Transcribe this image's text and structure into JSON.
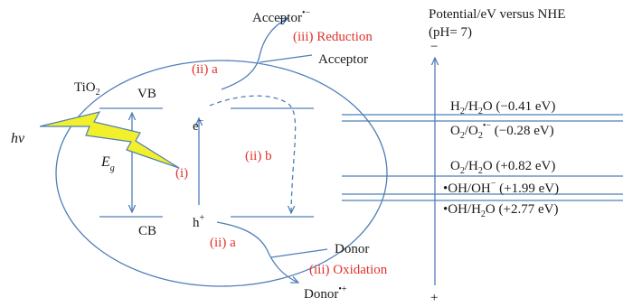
{
  "labels": {
    "material": "TiO",
    "material_sub": "2",
    "photon": "hν",
    "vb": "VB",
    "cb": "CB",
    "bandgap_main": "E",
    "bandgap_sub": "g",
    "electron": "e",
    "electron_sup": "−",
    "hole": "h",
    "hole_sup": "+",
    "acceptor": "Acceptor",
    "acceptor_radical": "Acceptor",
    "acceptor_radical_sup": "•−",
    "donor": "Donor",
    "donor_radical": "Donor",
    "donor_radical_sup": "•+"
  },
  "steps": {
    "excitation": "(i)",
    "transfer_a_top": "(ii) a",
    "transfer_b": "(ii) b",
    "transfer_a_bottom": "(ii) a",
    "reduction": "(iii) Reduction",
    "oxidation": "(iii) Oxidation"
  },
  "axis": {
    "title": "Potential/eV versus NHE",
    "ph": "(pH= 7)",
    "minus": "−",
    "plus": "+"
  },
  "potentials": [
    {
      "couple": "H2/H2O",
      "value": -0.41
    },
    {
      "couple": "O2/O2•−",
      "value": -0.28
    },
    {
      "couple": "O2/H2O",
      "value": 0.82
    },
    {
      "couple": "•OH/OH−",
      "value": 1.99
    },
    {
      "couple": "•OH/H2O",
      "value": 2.77
    }
  ],
  "potential_labels": {
    "h2": {
      "a": "H",
      "a_sub": "2",
      "b": "/H",
      "b_sub": "2",
      "c": "O (−0.41 eV)"
    },
    "o2rad": {
      "a": "O",
      "a_sub": "2",
      "b": "/O",
      "b_sub": "2",
      "b_sup": "•−",
      "c": " (−0.28 eV)"
    },
    "o2h2o": {
      "a": "O",
      "a_sub": "2",
      "b": "/H",
      "b_sub": "2",
      "c": "O (+0.82 eV)"
    },
    "ohoh": {
      "a": "•OH/OH",
      "a_sup": "−",
      "c": " (+1.99 eV)"
    },
    "ohh2o": {
      "a": "•OH/H",
      "a_sub": "2",
      "c": "O (+2.77 eV)"
    }
  },
  "colors": {
    "lines": "#4f7fb8",
    "step_text": "#e0322d",
    "photon_fill": "#f2f02a",
    "photon_stroke": "#4f7fb8"
  }
}
